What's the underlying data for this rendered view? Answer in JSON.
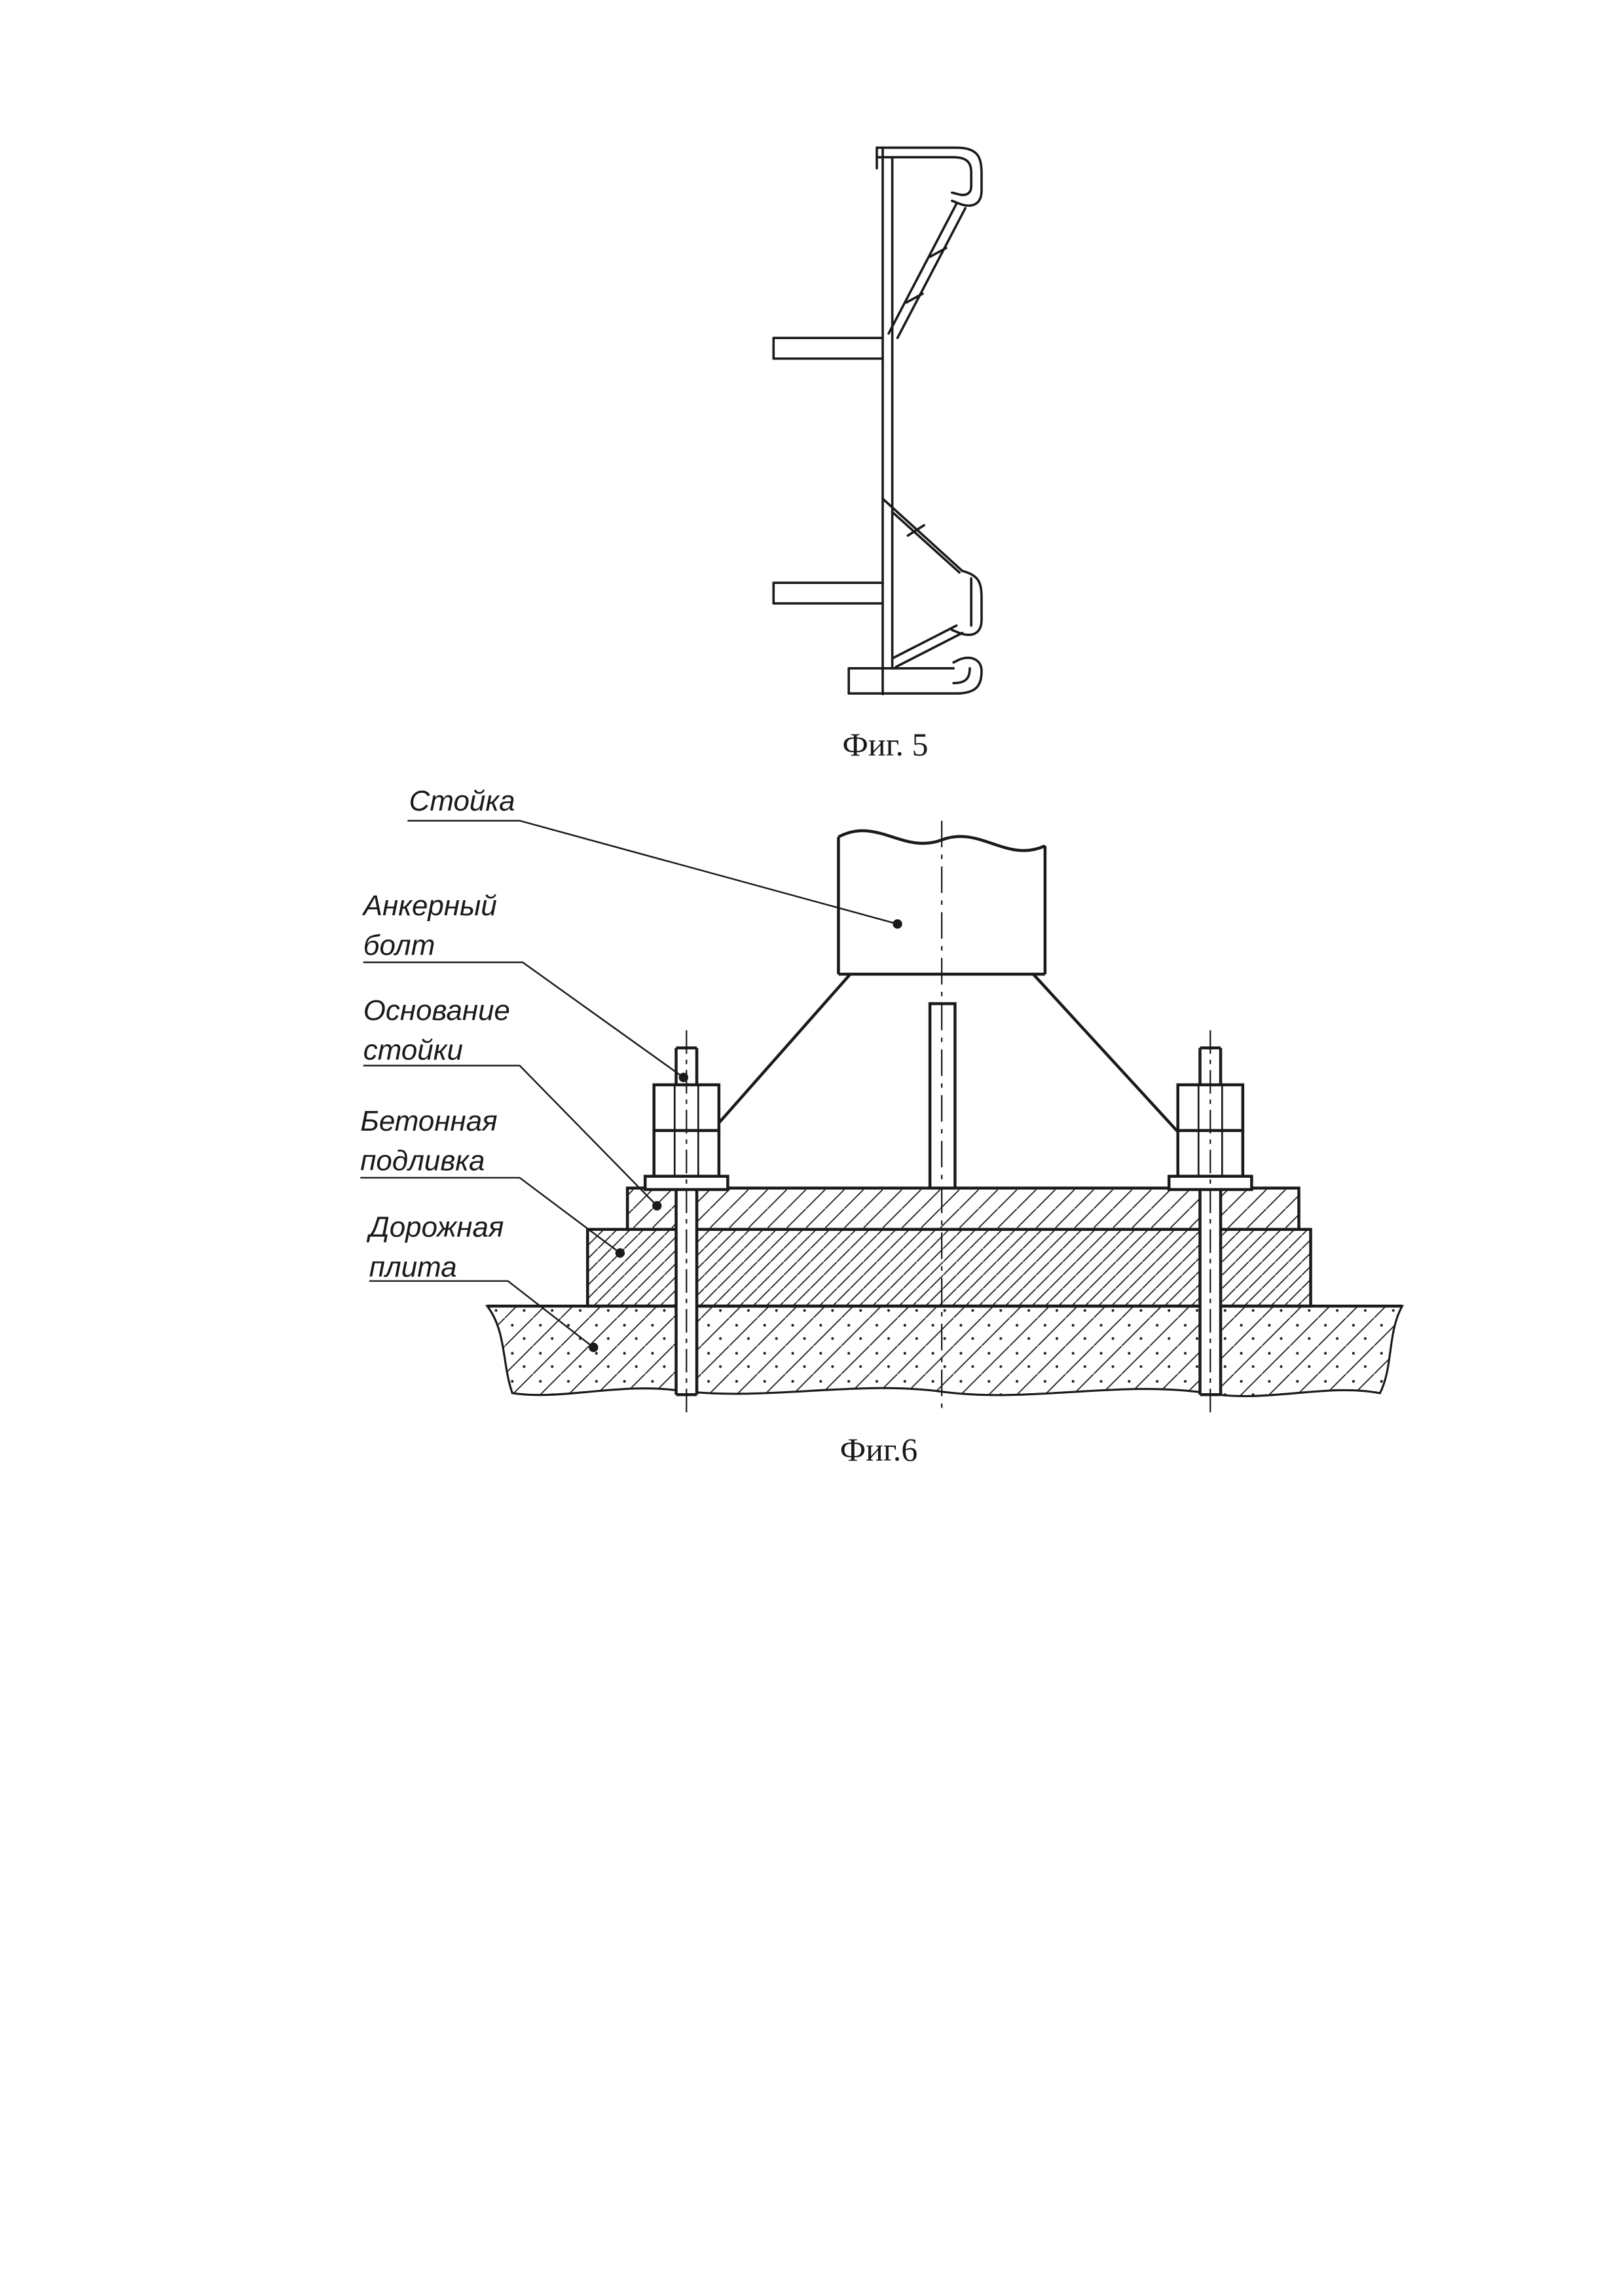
{
  "page": {
    "background": "#ffffff",
    "line_color": "#1a1a1a"
  },
  "figure5": {
    "caption": "Фиг. 5"
  },
  "figure6": {
    "caption": "Фиг.6",
    "labels": {
      "post": "Стойка",
      "anchor_bolt_line1": "Анкерный",
      "anchor_bolt_line2": "болт",
      "base_line1": "Основание",
      "base_line2": "стойки",
      "grout_line1": "Бетонная",
      "grout_line2": "подливка",
      "slab_line1": "Дорожная",
      "slab_line2": "плита"
    }
  }
}
